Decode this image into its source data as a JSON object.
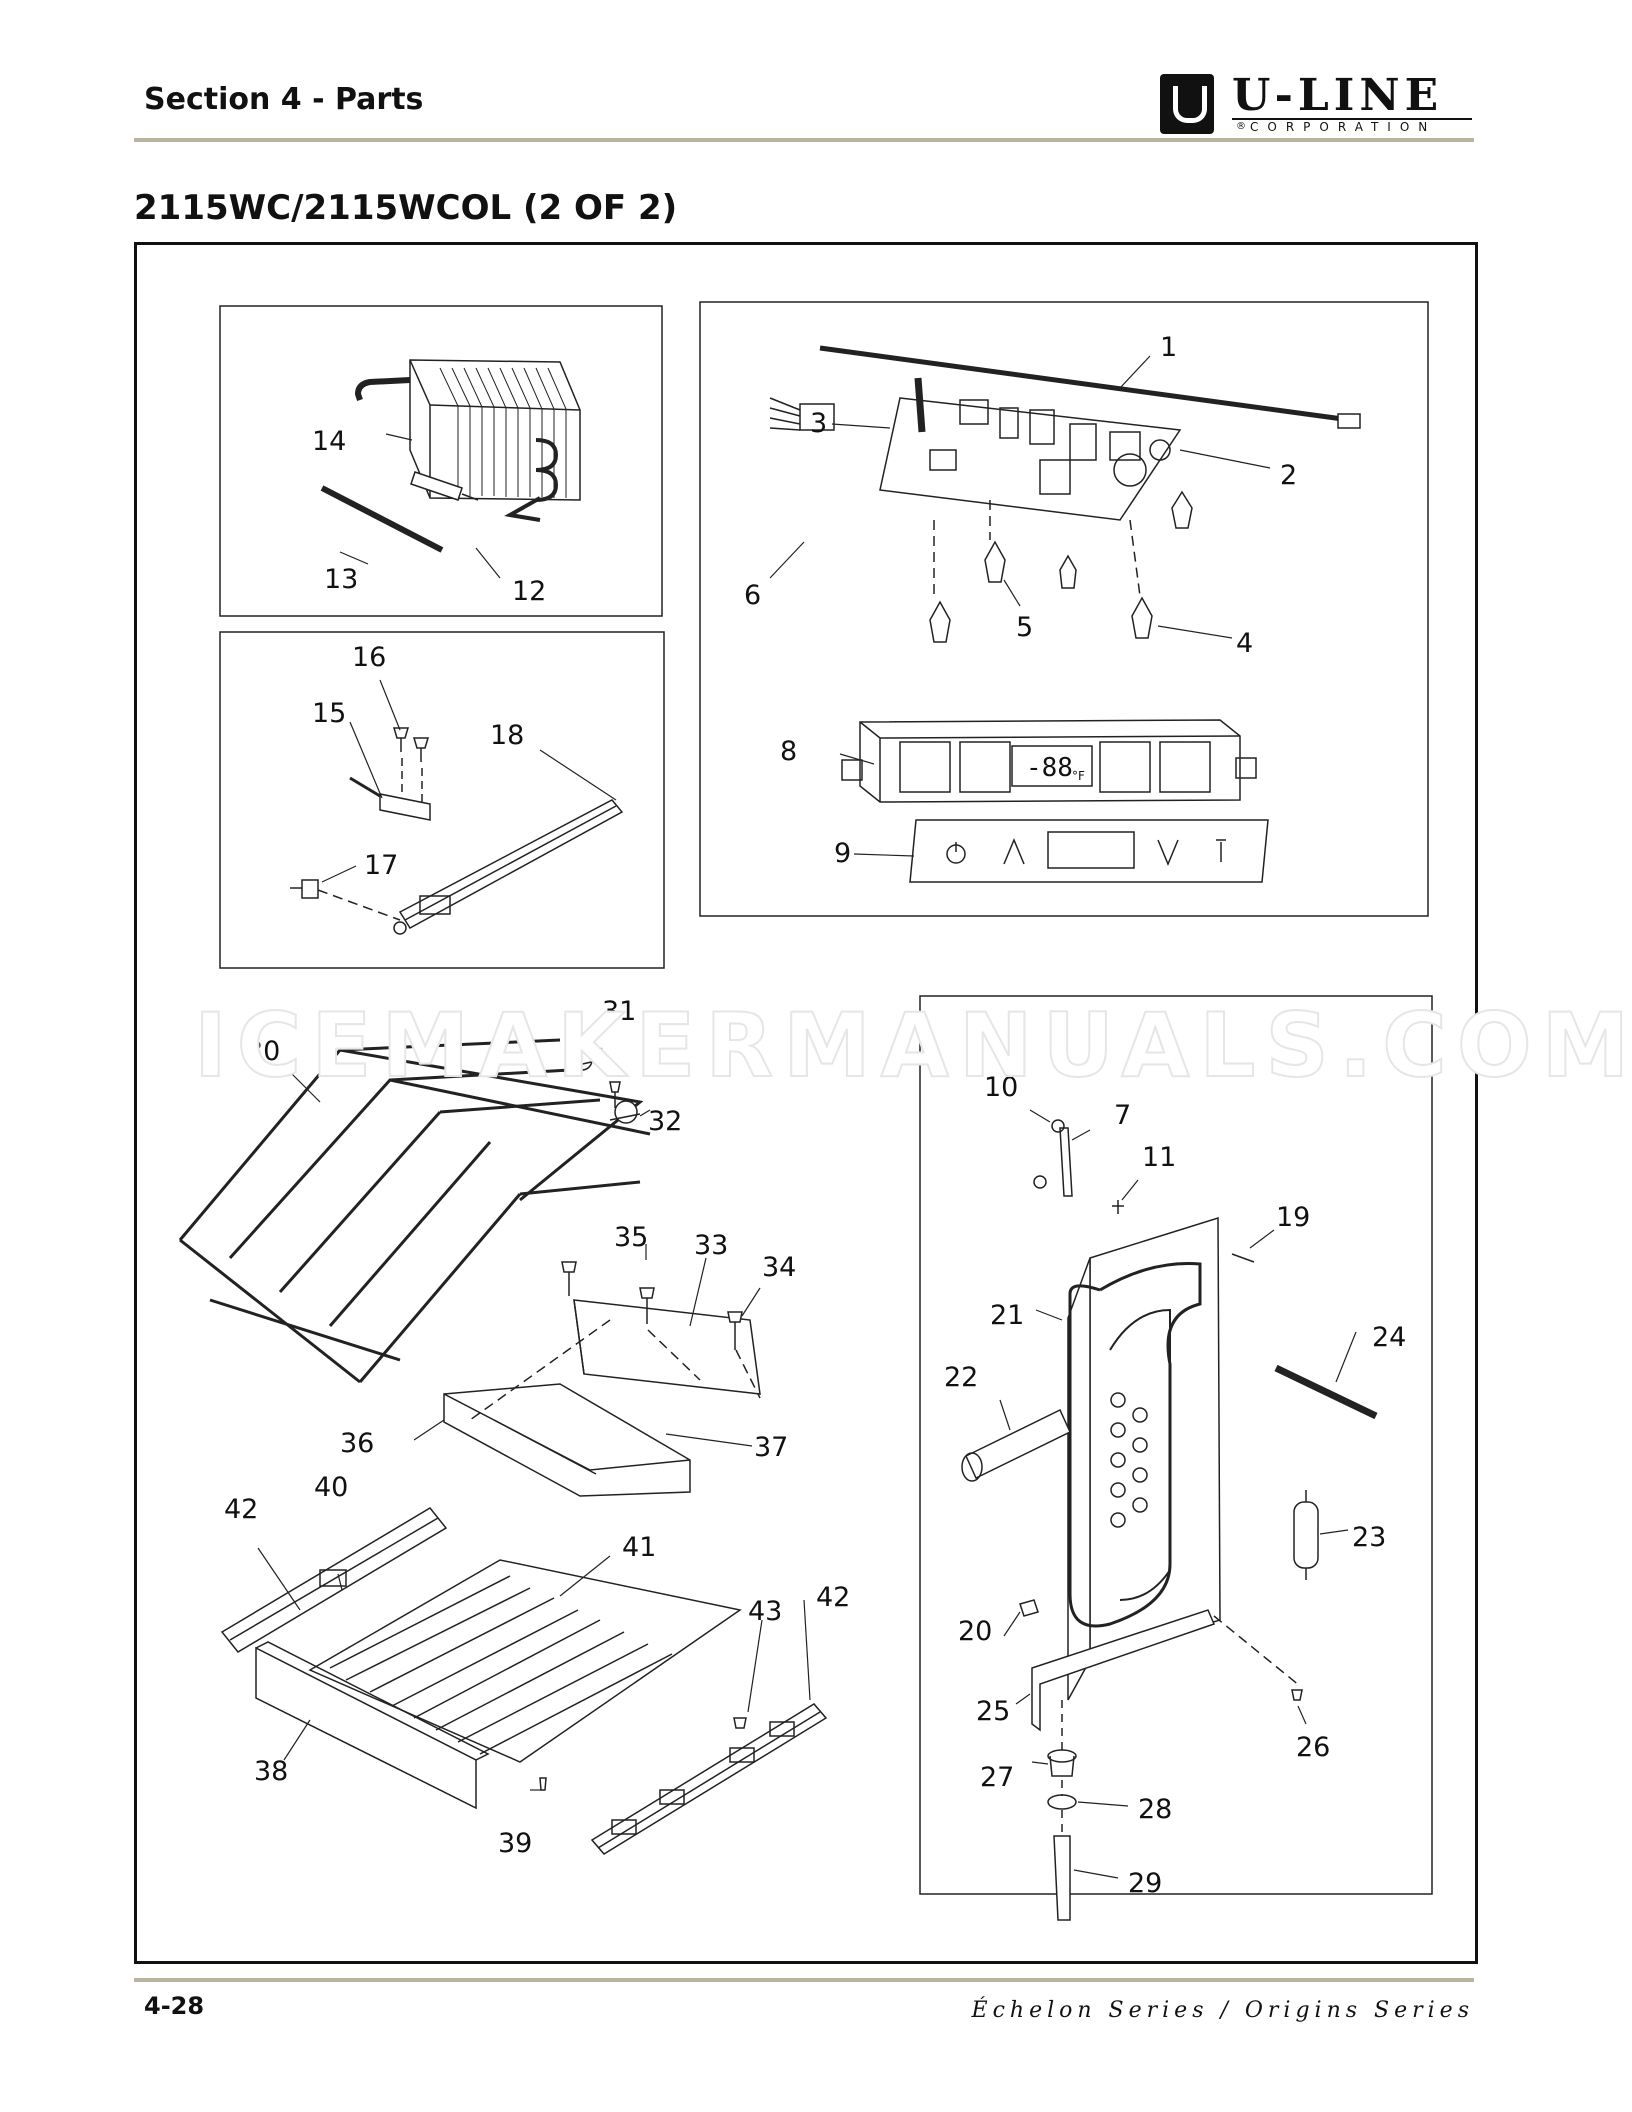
{
  "header": {
    "section": "Section 4 - Parts",
    "logo_name": "U-LINE",
    "logo_sub": "CORPORATION",
    "logo_reg": "®"
  },
  "page_title": "2115WC/2115WCOL (2 OF 2)",
  "watermark": "ICEMAKERMANUALS.COM",
  "display_readout": "-88",
  "display_unit": "°F",
  "callouts": [
    "1",
    "2",
    "3",
    "4",
    "5",
    "6",
    "7",
    "8",
    "9",
    "10",
    "11",
    "12",
    "13",
    "14",
    "15",
    "16",
    "17",
    "18",
    "19",
    "20",
    "21",
    "22",
    "23",
    "24",
    "25",
    "26",
    "27",
    "28",
    "29",
    "30",
    "31",
    "32",
    "33",
    "34",
    "35",
    "36",
    "37",
    "38",
    "39",
    "40",
    "41",
    "42",
    "42",
    "43"
  ],
  "footer": {
    "page": "4-28",
    "series": "Échelon Series / Origins Series"
  }
}
